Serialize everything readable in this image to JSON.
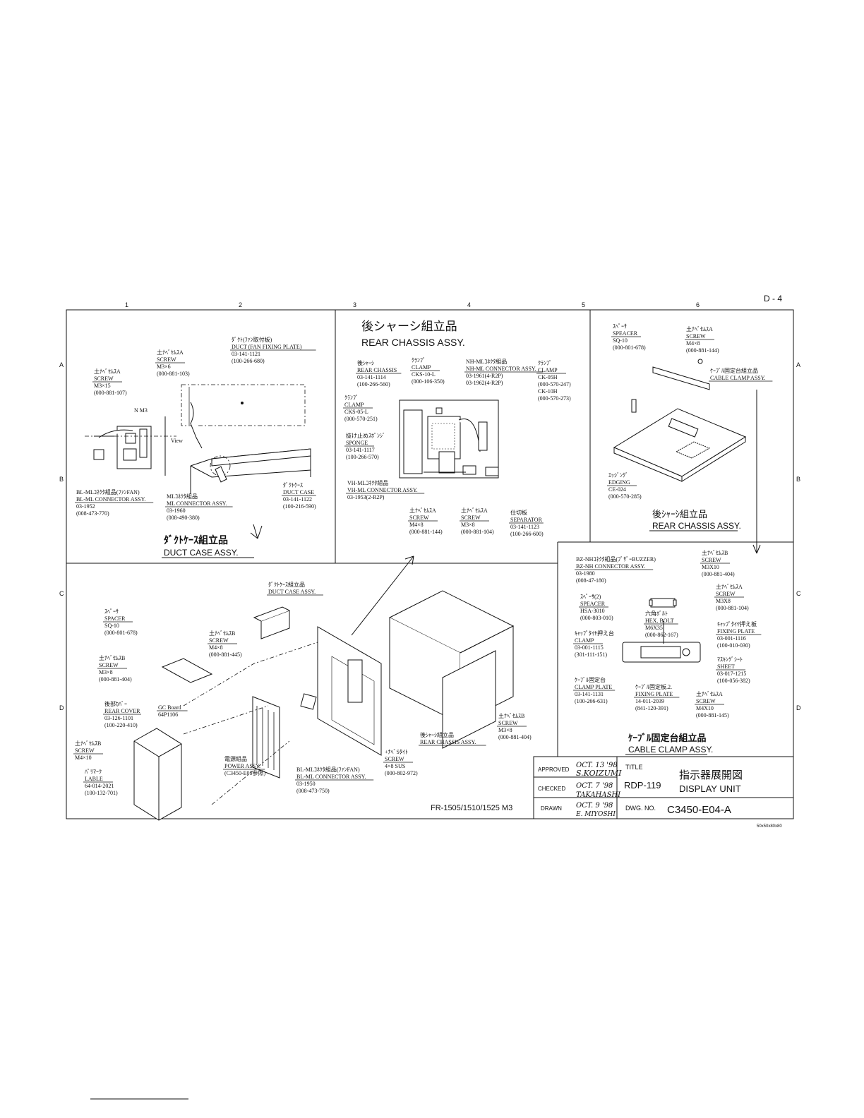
{
  "sheet": {
    "page_id": "D - 4",
    "columns": [
      "1",
      "2",
      "3",
      "4",
      "5",
      "6"
    ],
    "rows": [
      "A",
      "B",
      "C",
      "D"
    ],
    "format_note": "50x50x80x80",
    "model_note": "FR-1505/1510/1525 M3"
  },
  "duct_case": {
    "title_jp": "ﾀﾞｸﾄｹｰｽ組立品",
    "title_en": "DUCT CASE ASSY.",
    "view_label": "View",
    "n_label": "N  M3",
    "labels": [
      {
        "jp": "ﾀﾞｸﾄ(ﾌｧﾝ取付板)",
        "en": "DUCT (FAN FIXING PLATE)",
        "code": "03-141-1121",
        "id": "(100-266-680)"
      },
      {
        "jp": "土ﾅﾍﾞｾﾑｽA",
        "en": "SCREW",
        "code": "M3×6",
        "id": "(000-881-103)"
      },
      {
        "jp": "土ﾅﾍﾞｾﾑｽA",
        "en": "SCREW",
        "code": "M3×15",
        "id": "(000-881-107)"
      },
      {
        "jp": "BL-MLｺﾈｸﾀ組品(ﾌｧﾝFAN)",
        "en": "BL-ML CONNECTOR ASSY.",
        "code": "03-1952",
        "id": "(008-473-770)"
      },
      {
        "jp": "MLｺﾈｸﾀ組品",
        "en": "ML CONNECTOR ASSY.",
        "code": "03-1960",
        "id": "(008-490-380)"
      },
      {
        "jp": "ﾀﾞｸﾄｹｰｽ",
        "en": "DUCT CASE",
        "code": "03-141-1122",
        "id": "(100-216-590)"
      }
    ]
  },
  "rear_chassis": {
    "title_jp": "後シャーシ組立品",
    "title_en": "REAR CHASSIS ASSY.",
    "labels": [
      {
        "jp": "後ｼｬｰｼ",
        "en": "REAR CHASSIS",
        "code": "03-141-1114",
        "id": "(100-266-560)"
      },
      {
        "jp": "ｸﾗﾝﾌﾟ",
        "en": "CLAMP",
        "code": "CKS-10-L",
        "id": "(000-106-350)"
      },
      {
        "jp": "NH-MLｺﾈｸﾀ組品",
        "en": "NH-ML CONNECTOR ASSY.",
        "code": "03-1961(4-R2P)",
        "id": "03-1962(4-R2P)"
      },
      {
        "jp": "ｸﾗﾝﾌﾟ",
        "en": "CLAMP",
        "code": "CK-05H",
        "id": "(000-570-247)",
        "code2": "CK-10H",
        "id2": "(000-570-273)"
      },
      {
        "jp": "ｸﾗﾝﾌﾟ",
        "en": "CLAMP",
        "code": "CKS-05-L",
        "id": "(000-570-251)"
      },
      {
        "jp": "抜け止めｽﾎﾟﾝｼﾞ",
        "en": "SPONGE",
        "code": "03-141-1117",
        "id": "(100-266-570)"
      },
      {
        "jp": "VH-MLｺﾈｸﾀ組品",
        "en": "VH-ML CONNECTOR ASSY.",
        "code": "03-1953(2-R2P)",
        "id": ""
      },
      {
        "jp": "土ﾅﾍﾞｾﾑｽA",
        "en": "SCREW",
        "code": "M4×8",
        "id": "(000-881-144)"
      },
      {
        "jp": "土ﾅﾍﾞｾﾑｽA",
        "en": "SCREW",
        "code": "M3×8",
        "id": "(000-881-104)"
      },
      {
        "jp": "仕切板",
        "en": "SEPARATOR",
        "code": "03-141-1123",
        "id": "(100-266-600)"
      }
    ]
  },
  "rear_chassis_view": {
    "title_jp": "後ｼｬｰｼ組立品",
    "title_en": "REAR CHASSIS ASSY.",
    "labels": [
      {
        "jp": "ｽﾍﾟｰｻ",
        "en": "SPEACER",
        "code": "SQ-10",
        "id": "(000-801-678)"
      },
      {
        "jp": "土ﾅﾍﾞｾﾑｽA",
        "en": "SCREW",
        "code": "M4×8",
        "id": "(000-881-144)"
      },
      {
        "jp": "ｹｰﾌﾞﾙ固定台組立品",
        "en": "CABLE CLAMP ASSY.",
        "code": "",
        "id": ""
      },
      {
        "jp": "ｴｯｼﾞﾝｸﾞ",
        "en": "EDGING",
        "code": "CE-024",
        "id": "(000-570-285)"
      }
    ]
  },
  "cable_clamp": {
    "title_jp": "ｹｰﾌﾞﾙ固定台組立品",
    "title_en": "CABLE CLAMP ASSY.",
    "labels": [
      {
        "jp": "BZ-NHｺﾈｸﾀ組品(ﾌﾞｻﾞｰBUZZER)",
        "en": "BZ-NH CONNECTOR ASSY.",
        "code": "03-1980",
        "id": "(008-47-180)"
      },
      {
        "jp": "土ﾅﾍﾞｾﾑｽB",
        "en": "SCREW",
        "code": "M3X10",
        "id": "(000-881-404)"
      },
      {
        "jp": "土ﾅﾍﾞｾﾑｽA",
        "en": "SCREW",
        "code": "M3X8",
        "id": "(000-881-104)"
      },
      {
        "jp": "ｽﾍﾟｰｻ(2)",
        "en": "SPEACER",
        "code": "HSA-3010",
        "id": "(000-803-010)"
      },
      {
        "jp": "六角ﾎﾞﾙﾄ",
        "en": "HEX. BOLT",
        "code": "M6X35",
        "id": "(000-862-167)"
      },
      {
        "jp": "ｷｬｯﾌﾟﾀｲﾔ押え板",
        "en": "FIXING PLATE",
        "code": "03-001-1116",
        "id": "(100-010-030)"
      },
      {
        "jp": "ｷｬｯﾌﾟﾀｲﾔ押え台",
        "en": "CLAMP",
        "code": "03-001-1115",
        "id": "(301-111-151)"
      },
      {
        "jp": "ﾏｽｷﾝｸﾞｼｰﾄ",
        "en": "SHEET",
        "code": "03-017-1215",
        "id": "(100-056-382)"
      },
      {
        "jp": "ｹｰﾌﾞﾙ固定台",
        "en": "CLAMP PLATE",
        "code": "03-141-1131",
        "id": "(100-266-631)"
      },
      {
        "jp": "ｹｰﾌﾞﾙ固定板.2.",
        "en": "FIXING PLATE",
        "code": "14-011-2039",
        "id": "(841-120-391)"
      },
      {
        "jp": "土ﾅﾍﾞｾﾑｽA",
        "en": "SCREW",
        "code": "M4X10",
        "id": "(000-881-145)"
      }
    ]
  },
  "main": {
    "labels": [
      {
        "jp": "ﾀﾞｸﾄｹｰｽ組立品",
        "en": "DUCT CASE ASSY.",
        "code": "",
        "id": ""
      },
      {
        "jp": "ｽﾍﾟｰｻ",
        "en": "SPACER",
        "code": "SQ-10",
        "id": "(000-801-678)"
      },
      {
        "jp": "土ﾅﾍﾞｾﾑｽB",
        "en": "SCREW",
        "code": "M4×8",
        "id": "(000-881-445)"
      },
      {
        "jp": "土ﾅﾍﾞｾﾑｽB",
        "en": "SCREW",
        "code": "M3×8",
        "id": "(000-881-404)"
      },
      {
        "jp": "後部ｶﾊﾞｰ",
        "en": "REAR COVER",
        "code": "03-126-1101",
        "id": "(100-220-410)"
      },
      {
        "jp": "",
        "en": "GC Board",
        "code": "64P1106",
        "id": ""
      },
      {
        "jp": "土ﾅﾍﾞｾﾑｽB",
        "en": "SCREW",
        "code": "M4×10",
        "id": ""
      },
      {
        "jp": "ﾊﾟﾘﾏｰｸ",
        "en": "LABLE",
        "code": "64-014-2021",
        "id": "(100-132-701)"
      },
      {
        "jp": "電源組品",
        "en": "POWER ASSY.",
        "code": "(C3450-E05参照)",
        "id": ""
      },
      {
        "jp": "BL-MLｺﾈｸﾀ組品(ﾌｧﾝFAN)",
        "en": "BL-ML CONNECTOR ASSY.",
        "code": "03-1950",
        "id": "(008-473-750)"
      },
      {
        "jp": "+ﾅﾍﾞSﾀｲﾄ",
        "en": "SCREW",
        "code": "4×8  SUS",
        "id": "(000-802-972)"
      },
      {
        "jp": "後ｼｬｰｼ組立品",
        "en": "REAR CHASSIS ASSY.",
        "code": "",
        "id": ""
      },
      {
        "jp": "土ﾅﾍﾞｾﾑｽB",
        "en": "SCREW",
        "code": "M3×8",
        "id": "(000-881-404)"
      }
    ]
  },
  "title_block": {
    "approved_label": "APPROVED",
    "checked_label": "CHECKED",
    "drawn_label": "DRAWN",
    "title_label": "TITLE",
    "dwg_label": "DWG. NO.",
    "approved_date": "OCT. 13 '98",
    "approved_name": "S.KOIZUMI",
    "checked_date": "OCT. 7 '98",
    "checked_name": "TAKAHASHI",
    "drawn_date": "OCT. 9 '98",
    "drawn_name": "E. MIYOSHI",
    "model": "RDP-119",
    "title_jp": "指示器展開図",
    "title_en": "DISPLAY UNIT",
    "dwg_no": "C3450-E04-A"
  }
}
